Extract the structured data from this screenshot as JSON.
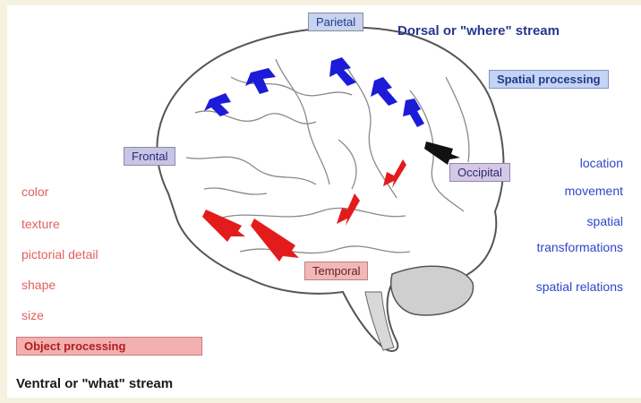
{
  "title_dorsal": "Dorsal or \"where\" stream",
  "title_ventral": "Ventral or \"what\" stream",
  "lobes": {
    "parietal": "Parietal",
    "frontal": "Frontal",
    "occipital": "Occipital",
    "temporal": "Temporal"
  },
  "spatial_processing": "Spatial processing",
  "object_processing": "Object processing",
  "dorsal_features": [
    "location",
    "movement",
    "spatial",
    "transformations",
    "spatial relations"
  ],
  "ventral_features": [
    "color",
    "texture",
    "pictorial detail",
    "shape",
    "size"
  ],
  "colors": {
    "dorsal_arrow": "#1b1bd8",
    "ventral_arrow": "#e41b1b",
    "occipital_arrow": "#111111"
  }
}
